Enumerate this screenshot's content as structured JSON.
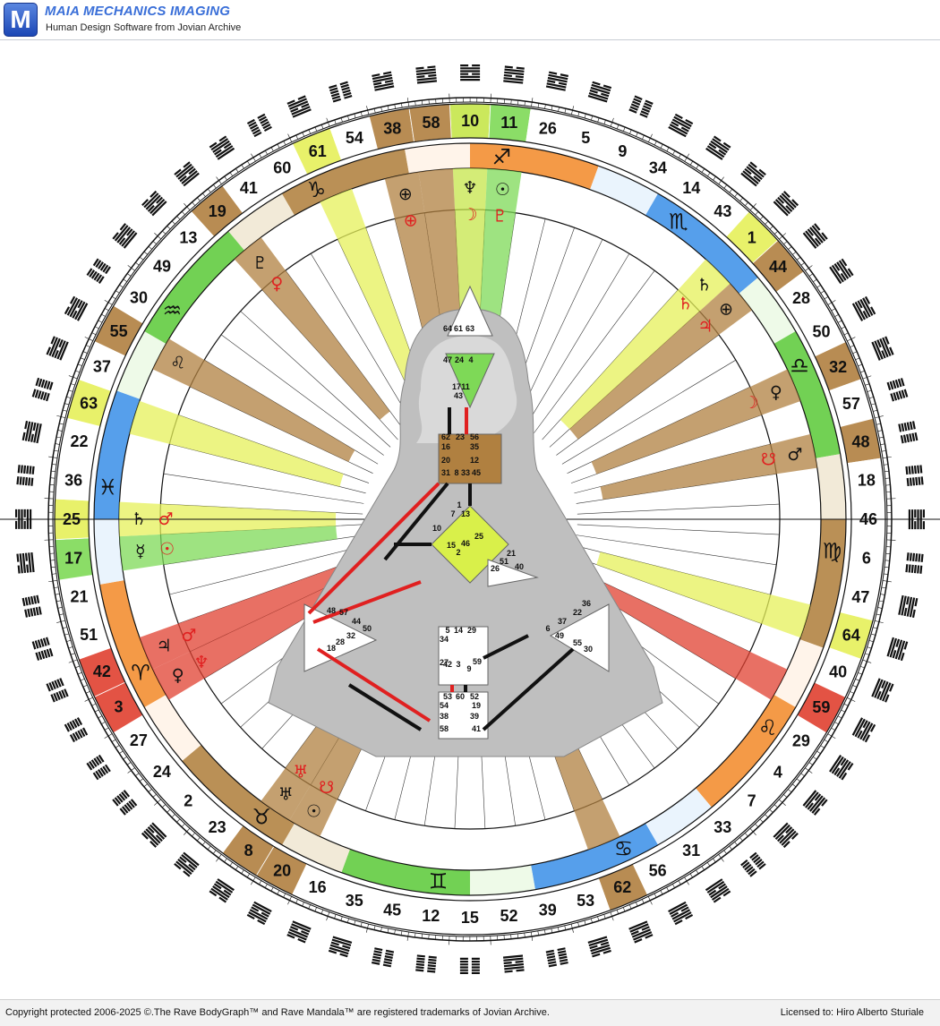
{
  "app": {
    "logo_letter": "M",
    "title": "MAIA MECHANICS IMAGING",
    "subtitle": "Human Design Software from Jovian Archive"
  },
  "footer": {
    "copyright": "Copyright protected 2006-2025 ©.The Rave BodyGraph™ and Rave Mandala™ are registered trademarks of Jovian Archive.",
    "license": "Licensed to: Hiro Alberto Sturiale"
  },
  "mandala": {
    "gates_clockwise_from_top": [
      10,
      11,
      26,
      5,
      9,
      34,
      14,
      43,
      1,
      44,
      28,
      50,
      32,
      57,
      48,
      18,
      46,
      6,
      47,
      64,
      40,
      59,
      29,
      4,
      7,
      33,
      31,
      56,
      62,
      53,
      39,
      52,
      15,
      12,
      45,
      35,
      16,
      20,
      8,
      23,
      2,
      24,
      27,
      3,
      42,
      51,
      21,
      17,
      25,
      36,
      22,
      63,
      37,
      55,
      30,
      49,
      13,
      19,
      41,
      60,
      61,
      54,
      38,
      58
    ],
    "highlighted_gates": {
      "10": "#c5e64a",
      "11": "#7ed957",
      "1": "#e6f05a",
      "44": "#b08040",
      "32": "#b08040",
      "48": "#b08040",
      "64": "#e6f05a",
      "59": "#e04030",
      "62": "#b08040",
      "8": "#b08040",
      "20": "#b08040",
      "42": "#e04030",
      "3": "#e04030",
      "17": "#7ed957",
      "25": "#e6f05a",
      "63": "#e6f05a",
      "55": "#b08040",
      "19": "#b08040",
      "61": "#e6f05a",
      "38": "#b08040",
      "58": "#b08040"
    },
    "zodiac_signs": [
      "♑",
      "♐",
      "♏",
      "♎",
      "♍",
      "♌",
      "♋",
      "♊",
      "♉",
      "♈",
      "♓",
      "♒"
    ],
    "planet_glyphs_black": [
      "♄",
      "♀",
      "♅",
      "♆",
      "☉",
      "☿",
      "♇",
      "☉",
      "♄",
      "♀",
      "⊕",
      "♃",
      "⊕",
      "♂",
      "♌"
    ],
    "planet_glyphs_red": [
      "♄",
      "♆",
      "♅",
      "☽",
      "♇",
      "☉",
      "♀",
      "☋",
      "♂",
      "☽",
      "⊕",
      "♂",
      "♃",
      "☋"
    ],
    "colors": {
      "green": "#5cc93a",
      "lime": "#d9f04a",
      "brown": "#b08040",
      "red": "#e04030",
      "blue": "#3c8fe8",
      "orange": "#f28a2a"
    }
  },
  "bodygraph": {
    "head_gates": [
      "64",
      "61",
      "63"
    ],
    "ajna_gates": [
      "47",
      "24",
      "4",
      "17",
      "11",
      "43"
    ],
    "throat_gates": [
      "62",
      "23",
      "56",
      "16",
      "35",
      "20",
      "12",
      "31",
      "8",
      "33",
      "45"
    ],
    "g_gates": [
      "1",
      "7",
      "13",
      "10",
      "25",
      "15",
      "46",
      "2"
    ],
    "heart_gates": [
      "21",
      "51",
      "26",
      "40"
    ],
    "spleen_gates": [
      "48",
      "57",
      "44",
      "50",
      "32",
      "28",
      "18"
    ],
    "sacral_gates": [
      "5",
      "14",
      "29",
      "34",
      "27",
      "42",
      "3",
      "59",
      "9"
    ],
    "solar_gates": [
      "36",
      "22",
      "37",
      "6",
      "49",
      "55",
      "30"
    ],
    "root_gates": [
      "53",
      "60",
      "52",
      "54",
      "19",
      "39",
      "38",
      "58",
      "41"
    ]
  }
}
